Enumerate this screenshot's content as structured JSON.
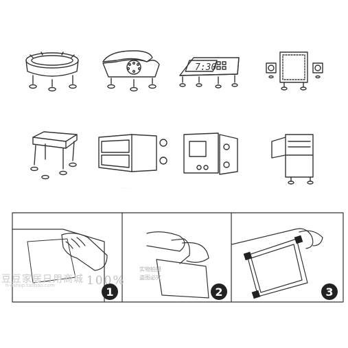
{
  "watermark": {
    "shop_name": "豆豆家居日用商城",
    "shop_url": "h-dshop.taobao.com",
    "percent": "100%",
    "line1": "实物拍摄",
    "line2": "盗图必究"
  },
  "steps": [
    "1",
    "2",
    "3"
  ],
  "icons": {
    "row1": [
      "ashtray-icon",
      "telephone-icon",
      "digital-clock-icon",
      "stereo-speakers-icon"
    ],
    "row2": [
      "table-icon",
      "cabinet-icon",
      "safe-icon",
      "refrigerator-icon"
    ]
  },
  "colors": {
    "line": "#333333",
    "pad": "#ffffff",
    "badge": "#222222",
    "watermark": "#bdbdbd"
  }
}
